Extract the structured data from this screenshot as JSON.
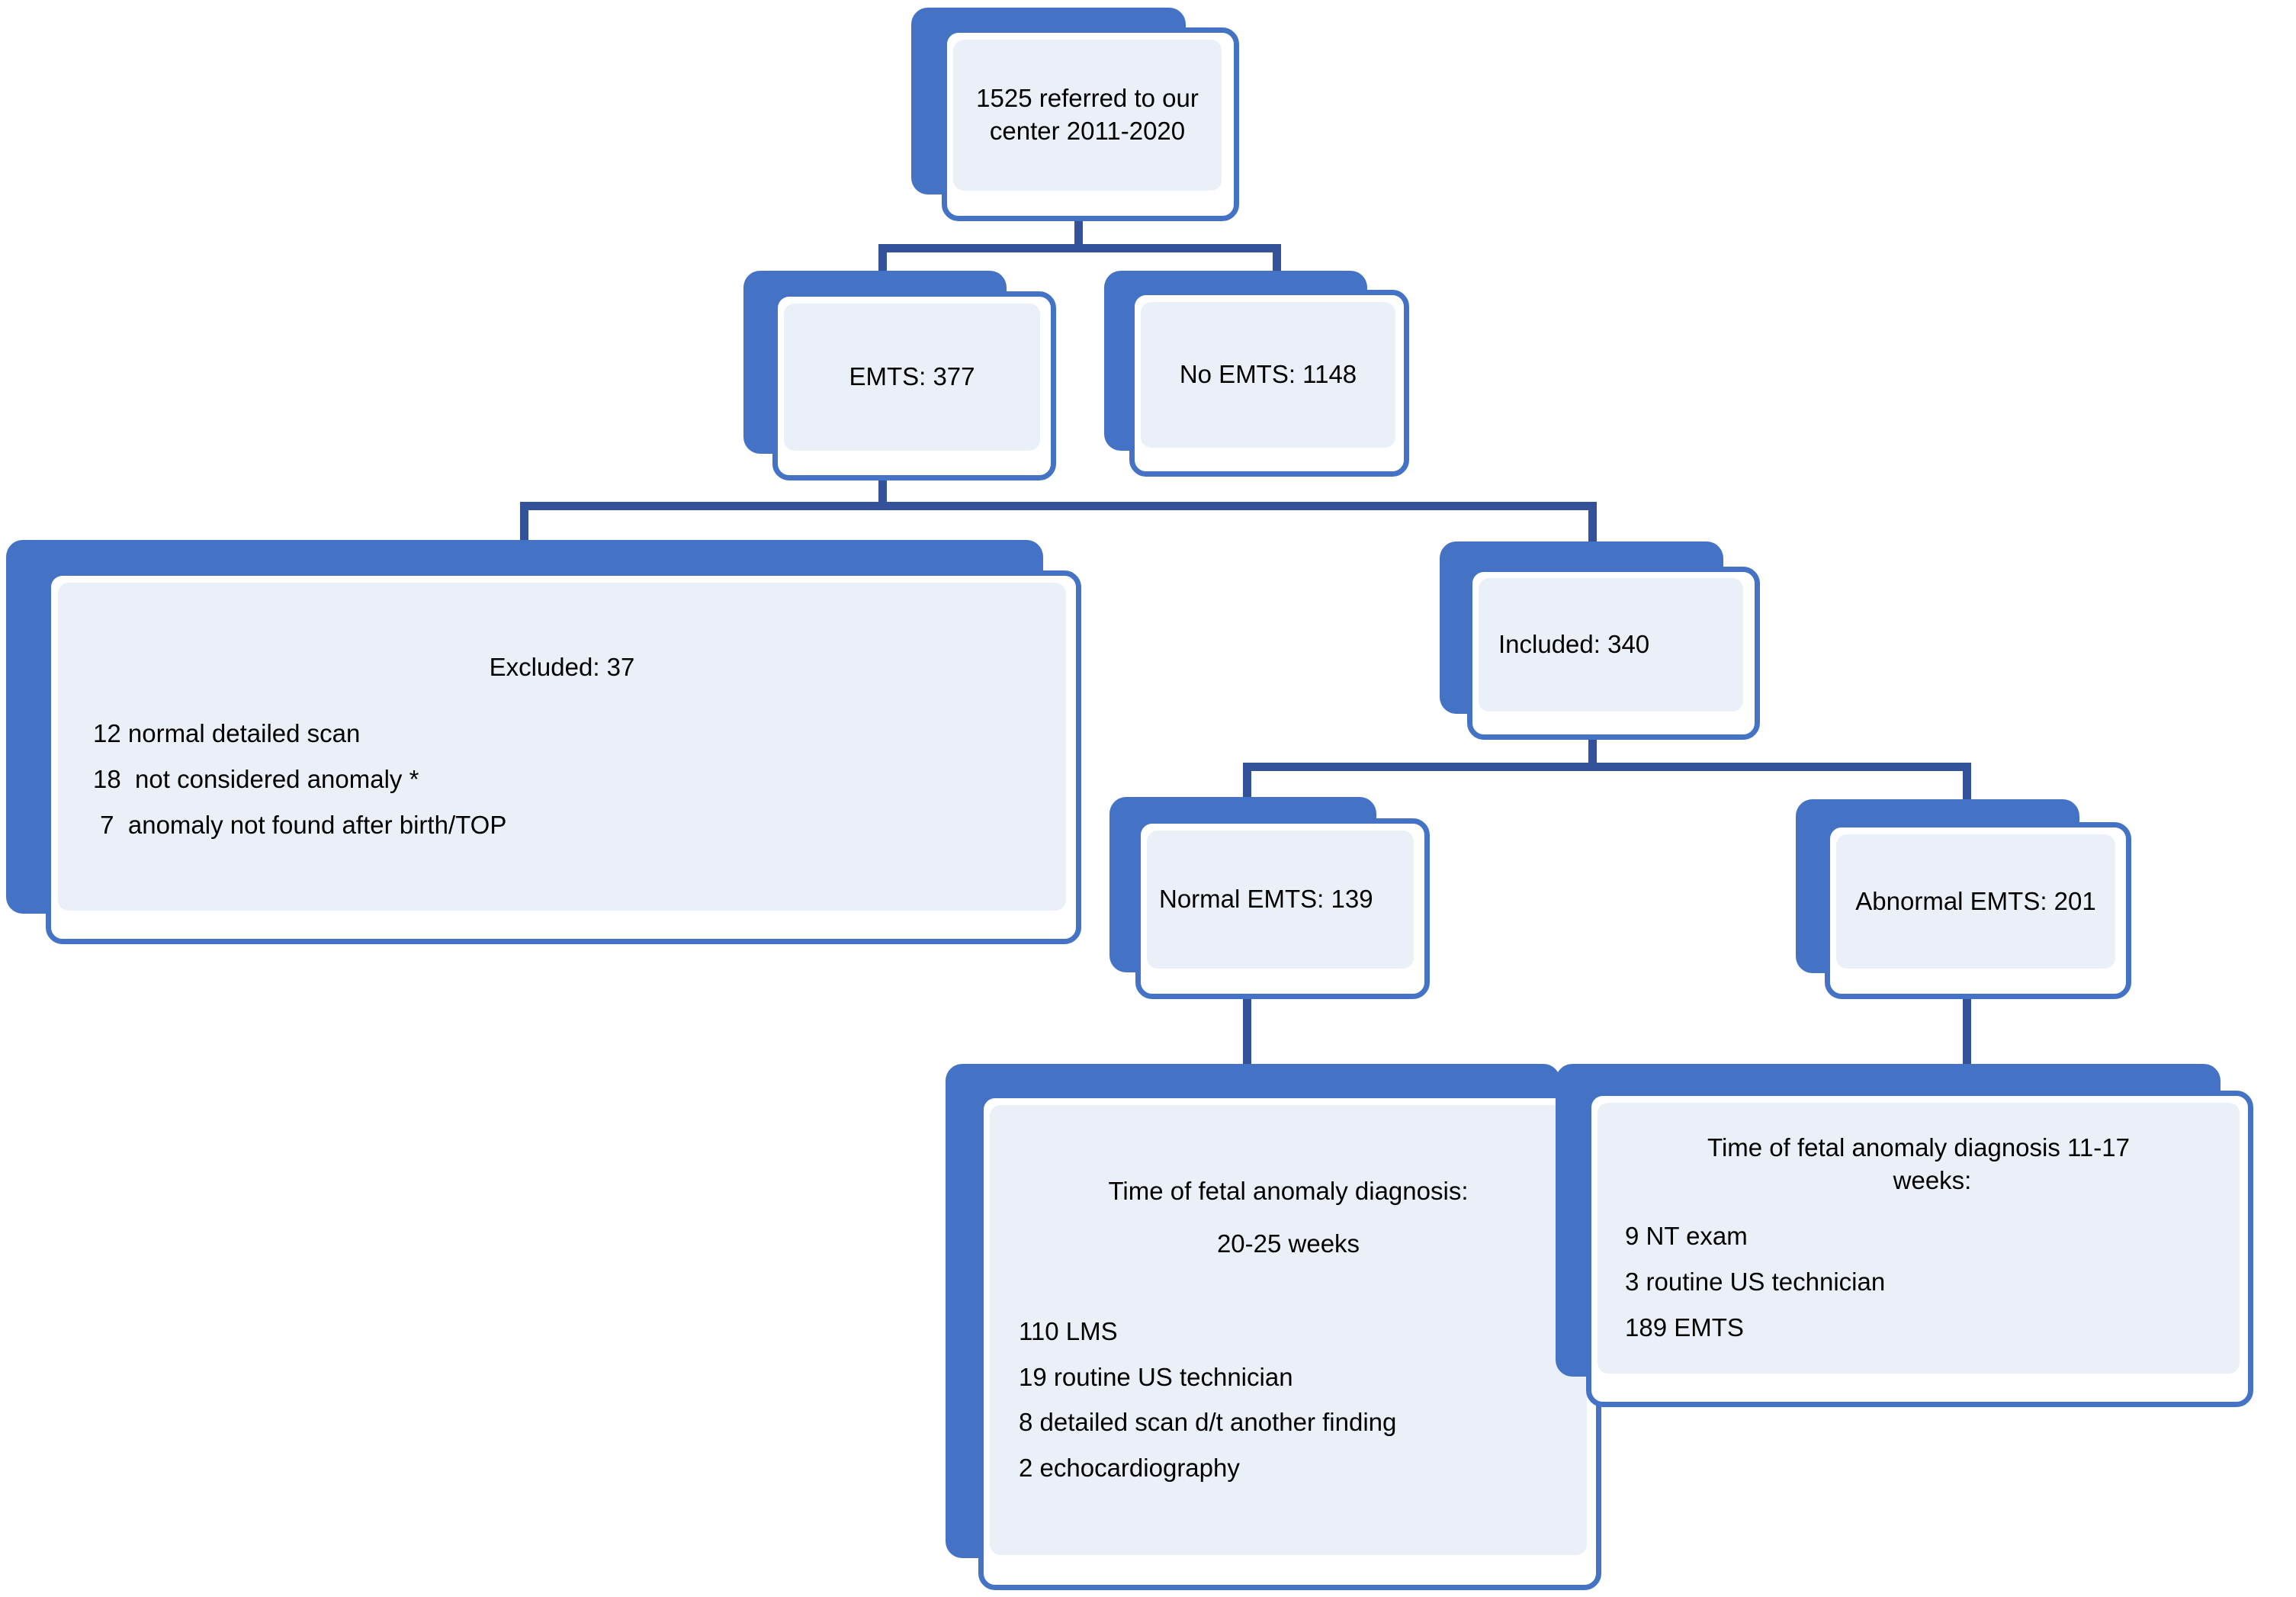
{
  "diagram": {
    "type": "flowchart",
    "palette": {
      "box_border": "#4472C4",
      "box_shadow": "#4472C4",
      "box_fill": "#EAEFF8",
      "connector": "#33529A",
      "text": "#000000",
      "background": "#FFFFFF"
    },
    "nodes": {
      "referred": {
        "title": "1525 referred to our center 2011-2020"
      },
      "emts": {
        "title": "EMTS: 377"
      },
      "no_emts": {
        "title": "No EMTS: 1148"
      },
      "excluded": {
        "title": "Excluded: 37",
        "lines": [
          "12 normal detailed scan",
          "18  not considered anomaly *",
          " 7  anomaly not found after birth/TOP"
        ]
      },
      "included": {
        "title": "Included: 340"
      },
      "normal_emts": {
        "title": "Normal EMTS: 139"
      },
      "abnormal_emts": {
        "title": "Abnormal EMTS: 201"
      },
      "normal_detail": {
        "title_line1": "Time of fetal anomaly diagnosis:",
        "title_line2": "20-25 weeks",
        "lines": [
          "110 LMS",
          "19 routine US technician",
          "8 detailed scan d/t another finding",
          "2 echocardiography"
        ]
      },
      "abnormal_detail": {
        "title_line1": "Time of fetal anomaly diagnosis 11-17",
        "title_line2": "weeks:",
        "lines": [
          "9 NT exam",
          "3 routine US technician",
          "189 EMTS"
        ]
      }
    },
    "edges": [
      {
        "from": "referred",
        "to": "emts"
      },
      {
        "from": "referred",
        "to": "no_emts"
      },
      {
        "from": "emts",
        "to": "excluded"
      },
      {
        "from": "emts",
        "to": "included"
      },
      {
        "from": "included",
        "to": "normal_emts"
      },
      {
        "from": "included",
        "to": "abnormal_emts"
      },
      {
        "from": "normal_emts",
        "to": "normal_detail"
      },
      {
        "from": "abnormal_emts",
        "to": "abnormal_detail"
      }
    ]
  }
}
